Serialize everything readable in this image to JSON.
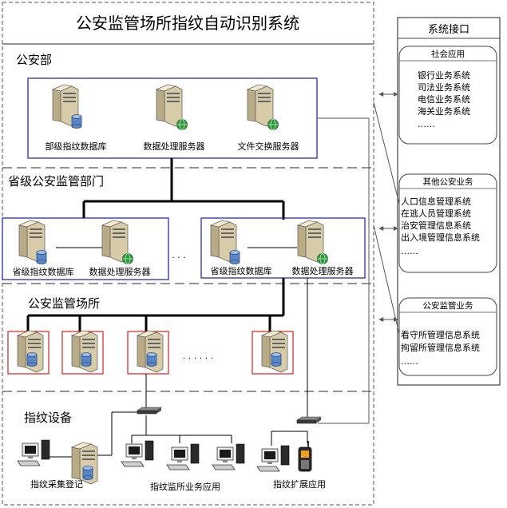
{
  "title": "公安监管场所指纹自动识别系统",
  "sections": {
    "ministry": "公安部",
    "province": "省级公安监管部门",
    "facility": "公安监管场所",
    "devices": "指纹设备"
  },
  "ministry_nodes": {
    "db": "部级指纹数据库",
    "server": "数据处理服务器",
    "file": "文件交换服务器"
  },
  "province_left": {
    "db": "省级指纹数据库",
    "server": "数据处理服务器"
  },
  "province_right": {
    "db": "省级指纹数据库",
    "server": "数据处理服务器"
  },
  "device_labels": {
    "registration": "指纹采集登记",
    "business": "指纹监所业务应用",
    "extension": "指纹扩展应用"
  },
  "ellipsis": {
    "province": "· · ·",
    "facility": "· · · · · ·"
  },
  "interface": {
    "header": "系统接口",
    "groups": [
      {
        "title": "社会应用",
        "items": [
          "银行业务系统",
          "司法业务系统",
          "电信业务系统",
          "海关业务系统",
          "……"
        ]
      },
      {
        "title": "其他公安业务",
        "items": [
          "人口信息管理系统",
          "在逃人员管理系统",
          "治安管理信息系统",
          "出入境管理信息系统",
          "……"
        ]
      },
      {
        "title": "公安监管业务",
        "items": [
          "看守所管理信息系统",
          "拘留所管理信息系统",
          "……"
        ]
      }
    ]
  },
  "colors": {
    "box_blue": "#1c1c9c",
    "box_red": "#d02020",
    "server_beige": "#eadfbf",
    "disk_blue": "#5a86c8",
    "globe_green": "#2c9a3a"
  }
}
